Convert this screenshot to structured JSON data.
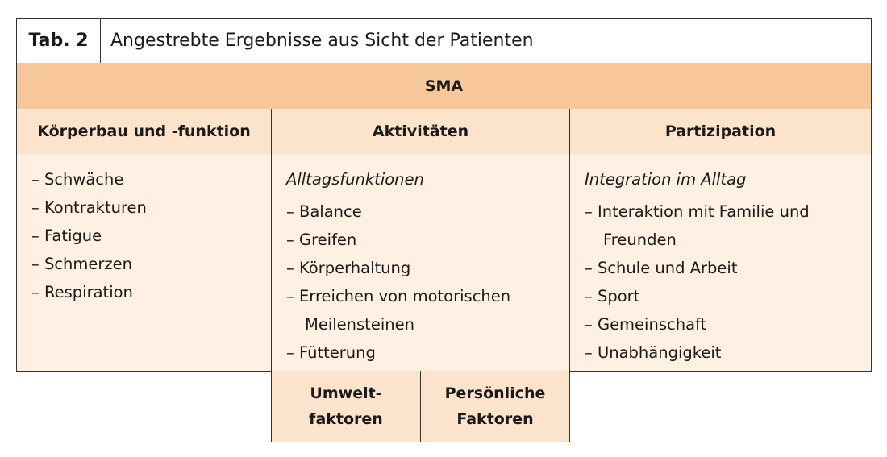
{
  "table": {
    "label": "Tab. 2",
    "title": "Angestrebte Ergebnisse aus Sicht der Patienten",
    "group_header": "SMA",
    "columns": [
      {
        "header": "Körperbau und -funktion",
        "subtitle": null,
        "items": [
          "Schwäche",
          "Kontrakturen",
          "Fatigue",
          "Schmerzen",
          "Respiration"
        ]
      },
      {
        "header": "Aktivitäten",
        "subtitle": "Alltagsfunktionen",
        "items": [
          "Balance",
          "Greifen",
          "Körperhaltung",
          "Erreichen von motorischen Meilensteinen",
          "Fütterung"
        ]
      },
      {
        "header": "Partizipation",
        "subtitle": "Integration im Alltag",
        "items": [
          "Interaktion mit Familie und Freunden",
          "Schule und Arbeit",
          "Sport",
          "Gemeinschaft",
          "Unabhängigkeit"
        ]
      }
    ],
    "factors": [
      "Umwelt-\nfaktoren",
      "Persönliche\nFaktoren"
    ]
  }
}
